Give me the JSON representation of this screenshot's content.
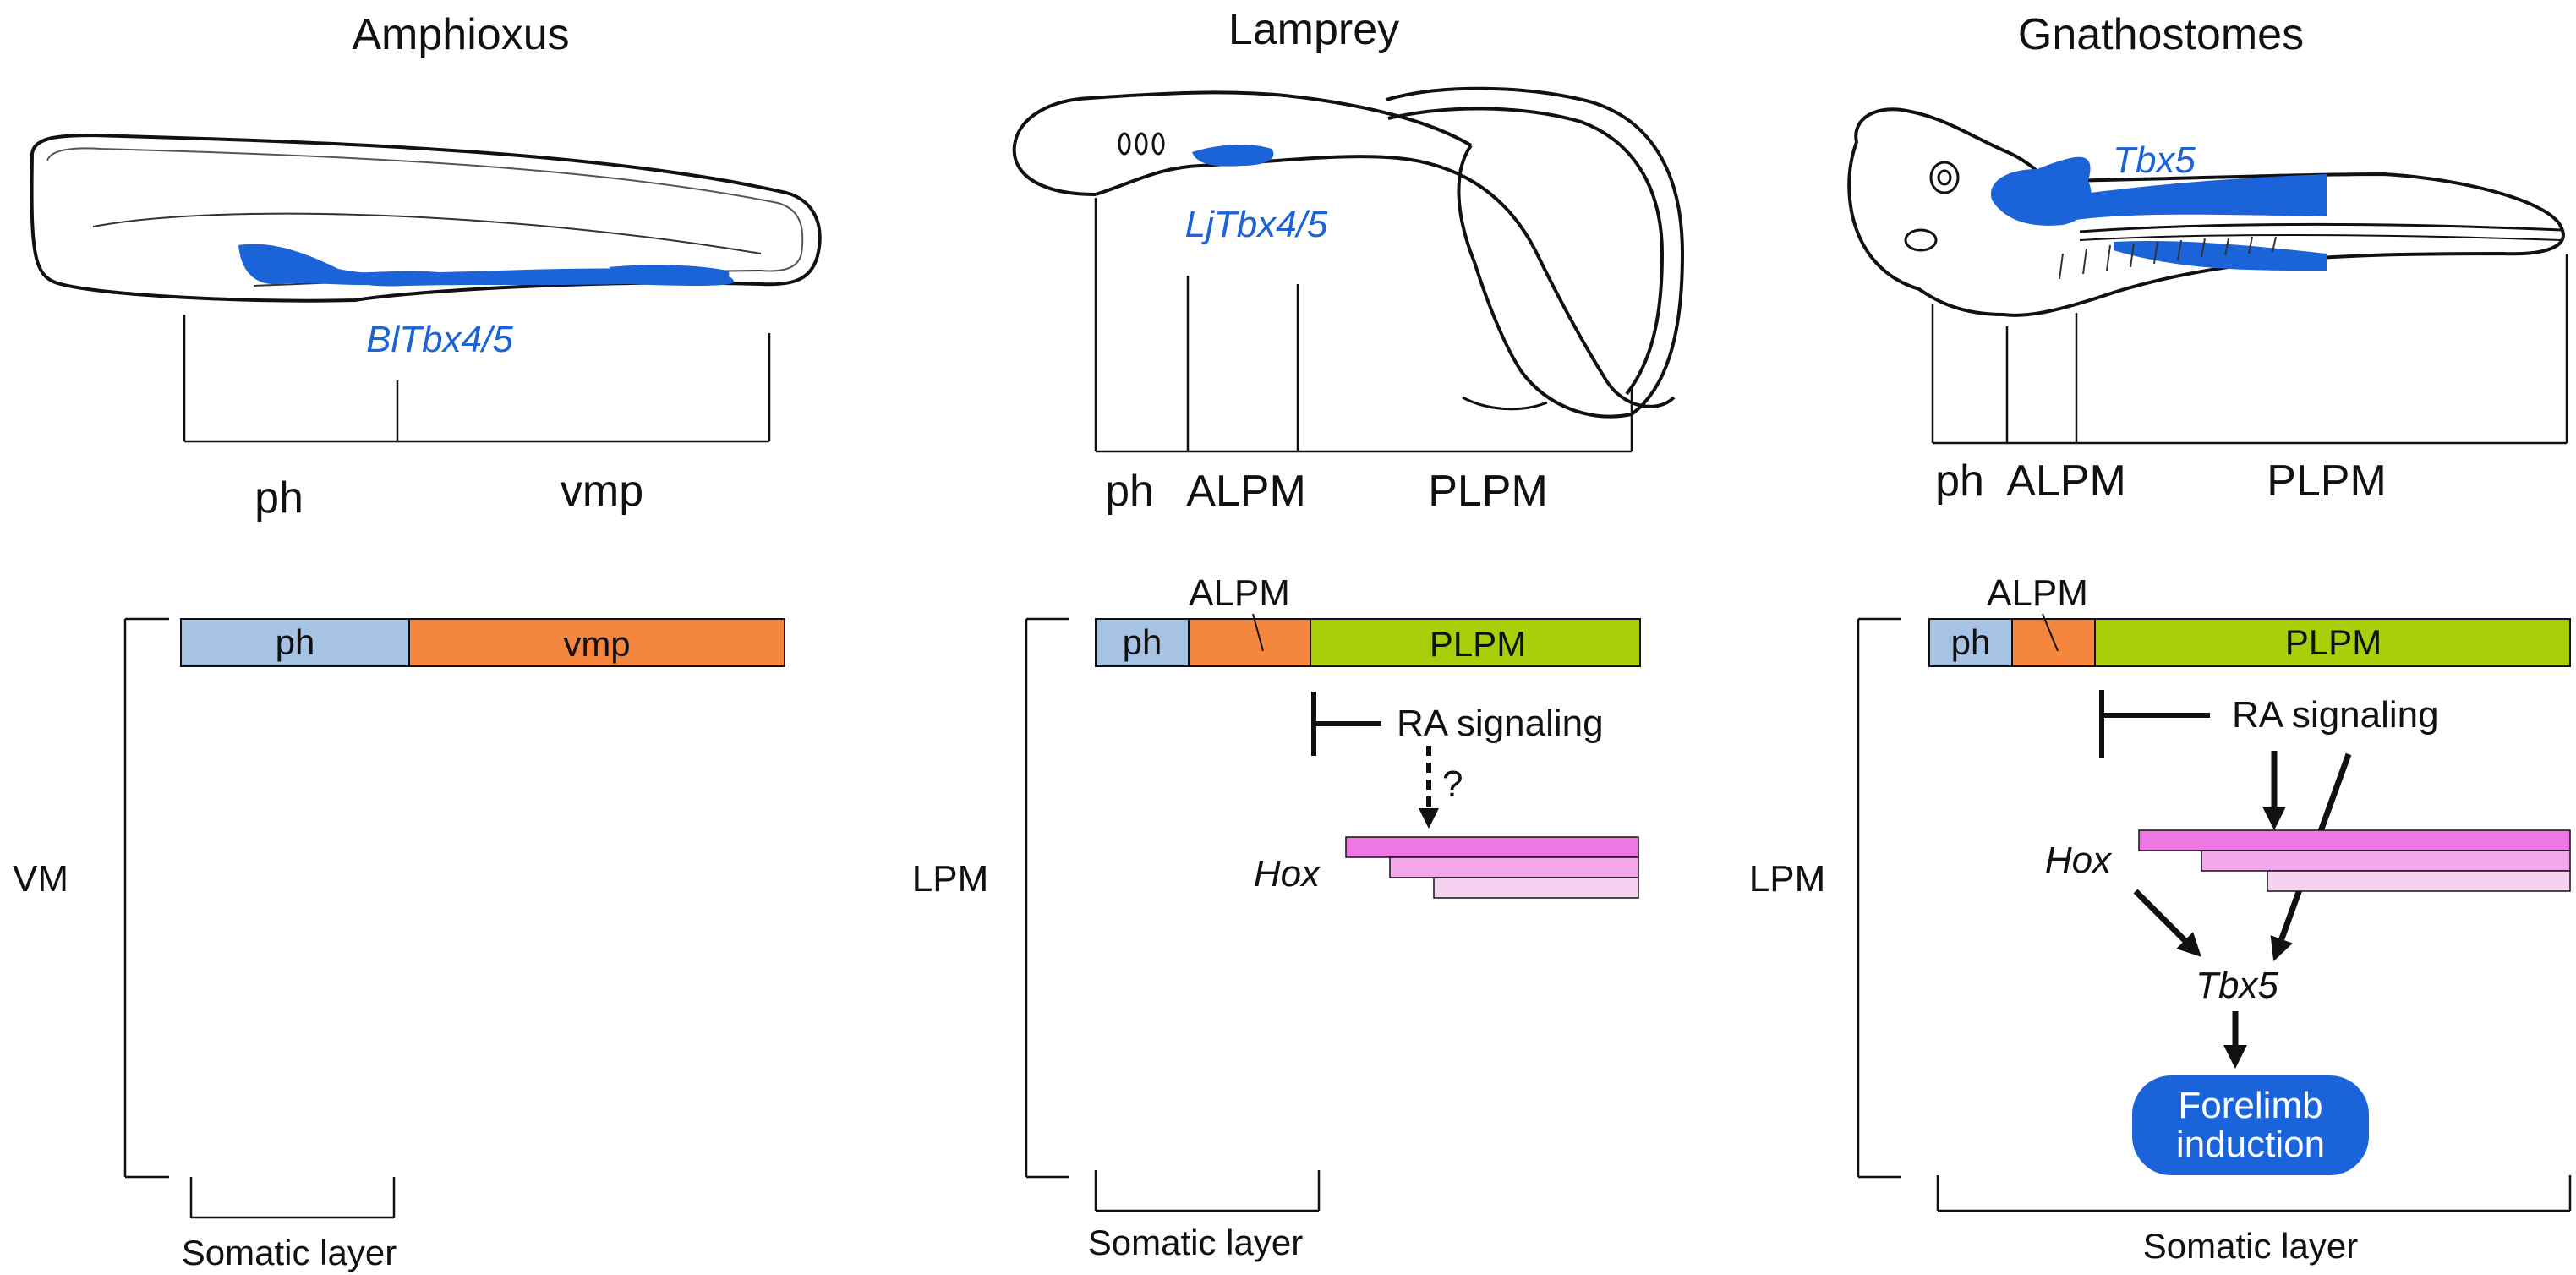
{
  "colors": {
    "gene_blue": "#1a63d8",
    "ph": "#a7c3e3",
    "vmp_alpm": "#f4863d",
    "plpm": "#a9cf0a",
    "hox_1": "#ee77e3",
    "hox_2": "#f2a6ec",
    "hox_3": "#f6d2f2",
    "ink": "#111111"
  },
  "panels": {
    "amphioxus": {
      "title": "Amphioxus",
      "gene_label": "BlTbx4/5",
      "region_labels": [
        "ph",
        "vmp"
      ],
      "bar_labels": [
        "ph",
        "vmp"
      ],
      "side_label": "VM",
      "bottom_label": "Somatic layer"
    },
    "lamprey": {
      "title": "Lamprey",
      "gene_label": "LjTbx4/5",
      "region_labels": [
        "ph",
        "ALPM",
        "PLPM"
      ],
      "bar_labels": [
        "ph",
        "ALPM",
        "PLPM"
      ],
      "ra_label": "RA signaling",
      "question_mark": "?",
      "hox_label": "Hox",
      "side_label": "LPM",
      "bottom_label": "Somatic layer"
    },
    "gnathostomes": {
      "title": "Gnathostomes",
      "gene_label": "Tbx5",
      "region_labels": [
        "ph",
        "ALPM",
        "PLPM"
      ],
      "bar_labels": [
        "ph",
        "ALPM",
        "PLPM"
      ],
      "ra_label": "RA signaling",
      "hox_label": "Hox",
      "tbx_label": "Tbx5",
      "outcome_line1": "Forelimb",
      "outcome_line2": "induction",
      "side_label": "LPM",
      "bottom_label": "Somatic layer"
    }
  }
}
